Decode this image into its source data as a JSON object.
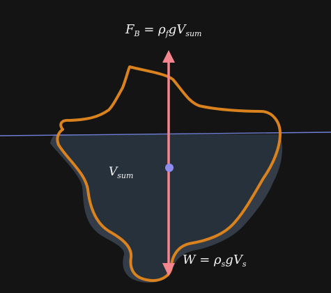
{
  "colors": {
    "background": "#141414",
    "body_outline": "#d9821e",
    "submerged_fill": "#27313b",
    "submerged_shadow": "#3a4450",
    "waterline": "#6f7fd6",
    "force_arrow": "#f5858f",
    "centroid_dot": "#8f8cf0",
    "text": "#f2f2f2"
  },
  "labels": {
    "buoyancy_force": {
      "main": "F",
      "main_sub": "B",
      "equals": " = ",
      "rho": "ρ",
      "rho_sub": "f",
      "g": "g",
      "V": "V",
      "V_sub": "sum"
    },
    "submerged_volume": {
      "main": "V",
      "sub": "sum"
    },
    "weight": {
      "main": "W",
      "equals": " = ",
      "rho": "ρ",
      "rho_sub": "s",
      "g": "g",
      "V": "V",
      "V_sub": "s"
    }
  },
  "icons": {
    "centroid": "dot",
    "up_arrow": "arrow-up",
    "down_arrow": "arrow-down"
  }
}
